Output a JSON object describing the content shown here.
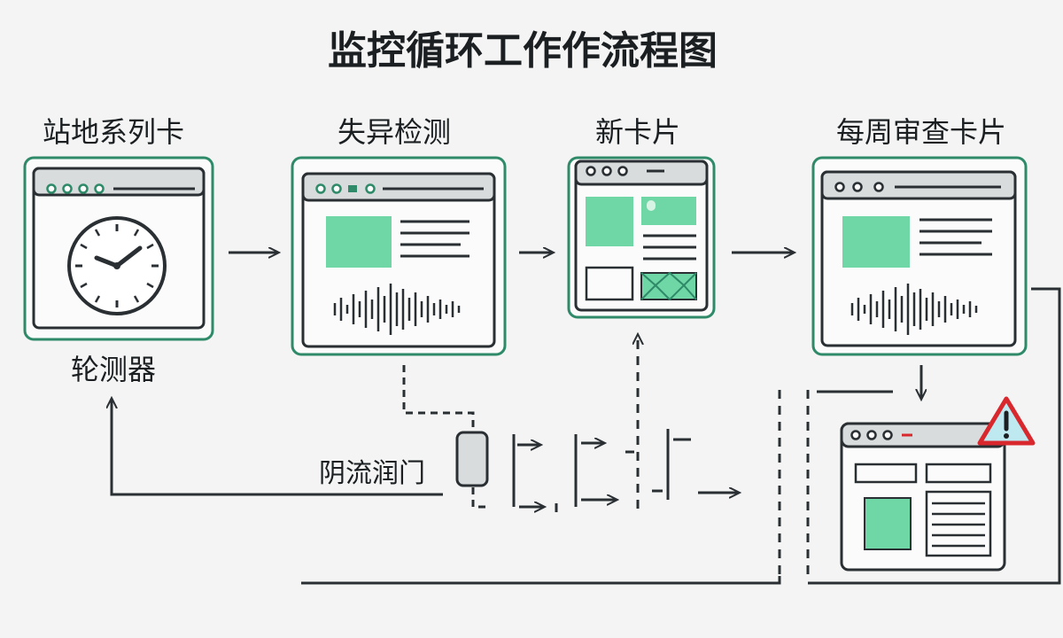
{
  "title": "监控循环工作作流程图",
  "nodes": {
    "site_cards": {
      "label": "站地系列卡",
      "sublabel": "轮测器"
    },
    "anomaly_detection": {
      "label": "失异检测"
    },
    "new_card": {
      "label": "新卡片"
    },
    "weekly_review": {
      "label": "每周审查卡片"
    },
    "valve": {
      "label": "阴流润门"
    }
  },
  "icons": {
    "clock": "clock-icon",
    "waveform": "waveform-icon",
    "warning": "warning-icon",
    "valve": "valve-icon"
  },
  "colors": {
    "frame_border": "#2e8a68",
    "window_border": "#2a2f33",
    "accent_green": "#6fd6a5",
    "titlebar": "#d9dcdd",
    "line": "#2a2f33",
    "warning_red": "#d9272e",
    "warning_fill": "#bfe9f1"
  }
}
